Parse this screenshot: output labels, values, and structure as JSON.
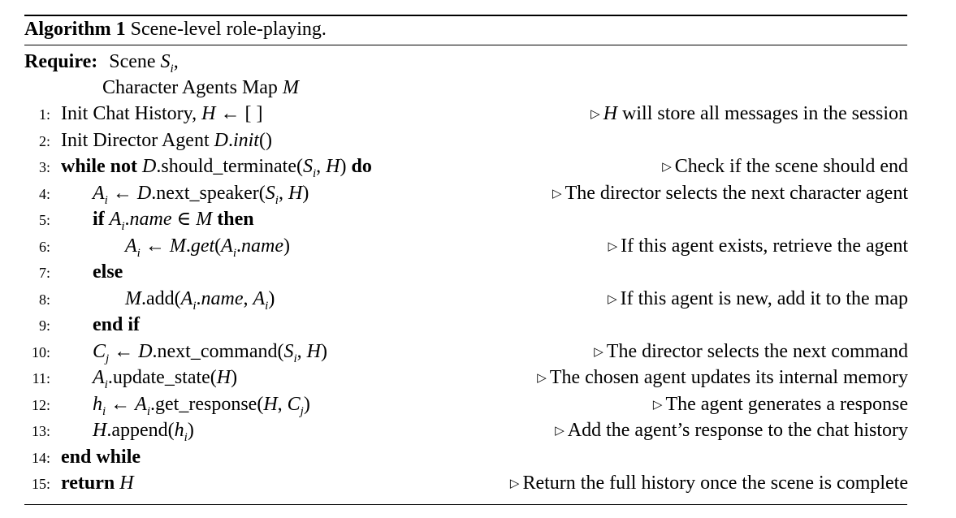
{
  "algorithm": {
    "label": "Algorithm 1",
    "title": "Scene-level role-playing."
  },
  "require": {
    "keyword": "Require:",
    "item1_text": "Scene",
    "item1_var": "S",
    "item1_sub": "i",
    "item1_punct": ",",
    "item2_text": "Character Agents Map",
    "item2_var": "M"
  },
  "lines": [
    {
      "n": "1:",
      "comment": "H will store all messages in the session"
    },
    {
      "n": "2:",
      "comment": ""
    },
    {
      "n": "3:",
      "comment": "Check if the scene should end"
    },
    {
      "n": "4:",
      "comment": "The director selects the next character agent"
    },
    {
      "n": "5:",
      "comment": ""
    },
    {
      "n": "6:",
      "comment": "If this agent exists, retrieve the agent"
    },
    {
      "n": "7:",
      "comment": ""
    },
    {
      "n": "8:",
      "comment": "If this agent is new, add it to the map"
    },
    {
      "n": "9:",
      "comment": ""
    },
    {
      "n": "10:",
      "comment": "The director selects the next command"
    },
    {
      "n": "11:",
      "comment": "The chosen agent updates its internal memory"
    },
    {
      "n": "12:",
      "comment": "The agent generates a response"
    },
    {
      "n": "13:",
      "comment": "Add the agent’s response to the chat history"
    },
    {
      "n": "14:",
      "comment": ""
    },
    {
      "n": "15:",
      "comment": "Return the full history once the scene is complete"
    }
  ],
  "keywords": {
    "while_not": "while not",
    "do": "do",
    "if": "if",
    "then": "then",
    "else": "else",
    "end_if": "end if",
    "end_while": "end while",
    "return": "return"
  },
  "text": {
    "init_chat_history": "Init Chat History,",
    "init_director_agent": "Init Director Agent",
    "should_terminate": "should_terminate",
    "next_speaker": "next_speaker",
    "get": "get",
    "add": "add",
    "next_command": "next_command",
    "update_state": "update_state",
    "get_response": "get_response",
    "append": "append",
    "init": "init",
    "name": "name"
  },
  "comment_marker": "▷"
}
